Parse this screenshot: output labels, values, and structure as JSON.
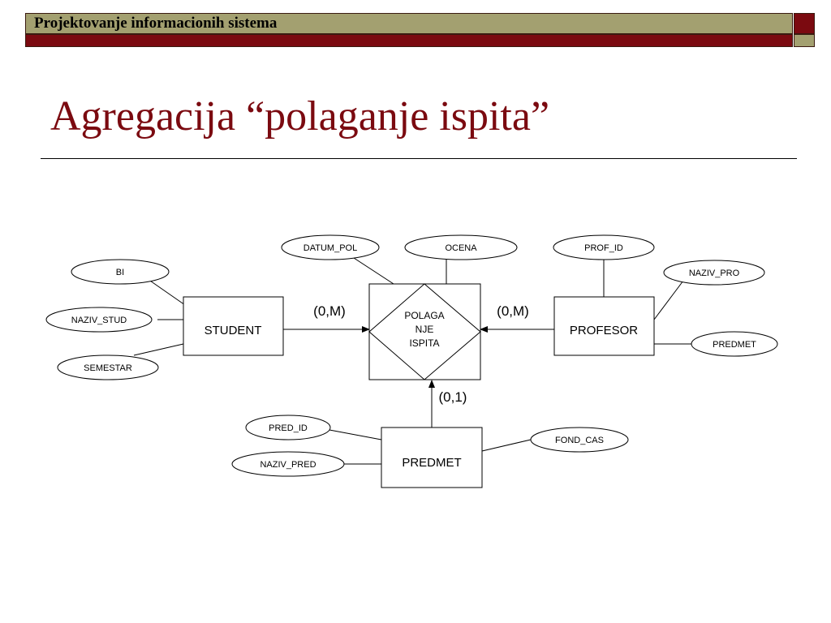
{
  "header": {
    "title": "Projektovanje informacionih sistema"
  },
  "slide": {
    "title": "Agregacija “polaganje ispita”"
  },
  "colors": {
    "olive": "#a3a070",
    "maroon": "#7b0a10"
  },
  "diagram": {
    "entities": {
      "student": "STUDENT",
      "profesor": "PROFESOR",
      "predmet": "PREDMET"
    },
    "relationship": {
      "lines": [
        "POLAGA",
        "NJE",
        "ISPITA"
      ]
    },
    "attributes": {
      "bi": "BI",
      "naziv_stud": "NAZIV_STUD",
      "semestar": "SEMESTAR",
      "datum_pol": "DATUM_POL",
      "ocena": "OCENA",
      "prof_id": "PROF_ID",
      "naziv_pro": "NAZIV_PRO",
      "predmet_attr": "PREDMET",
      "pred_id": "PRED_ID",
      "naziv_pred": "NAZIV_PRED",
      "fond_cas": "FOND_CAS"
    },
    "cardinalities": {
      "student": "(0,M)",
      "profesor": "(0,M)",
      "predmet": "(0,1)"
    }
  }
}
